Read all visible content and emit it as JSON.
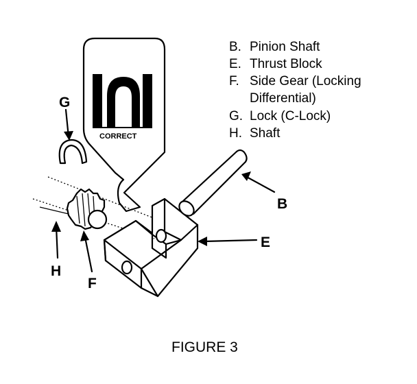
{
  "figure": {
    "caption": "FIGURE 3",
    "tag_label": "CORRECT",
    "legend": [
      {
        "key": "B.",
        "text": "Pinion Shaft"
      },
      {
        "key": "E.",
        "text": "Thrust Block"
      },
      {
        "key": "F.",
        "text": "Side Gear (Locking"
      },
      {
        "key": "",
        "text": "Differential)"
      },
      {
        "key": "G.",
        "text": "Lock (C-Lock)"
      },
      {
        "key": "H.",
        "text": "Shaft"
      }
    ],
    "callouts": {
      "b": "B",
      "e": "E",
      "f": "F",
      "g": "G",
      "h": "H"
    }
  }
}
